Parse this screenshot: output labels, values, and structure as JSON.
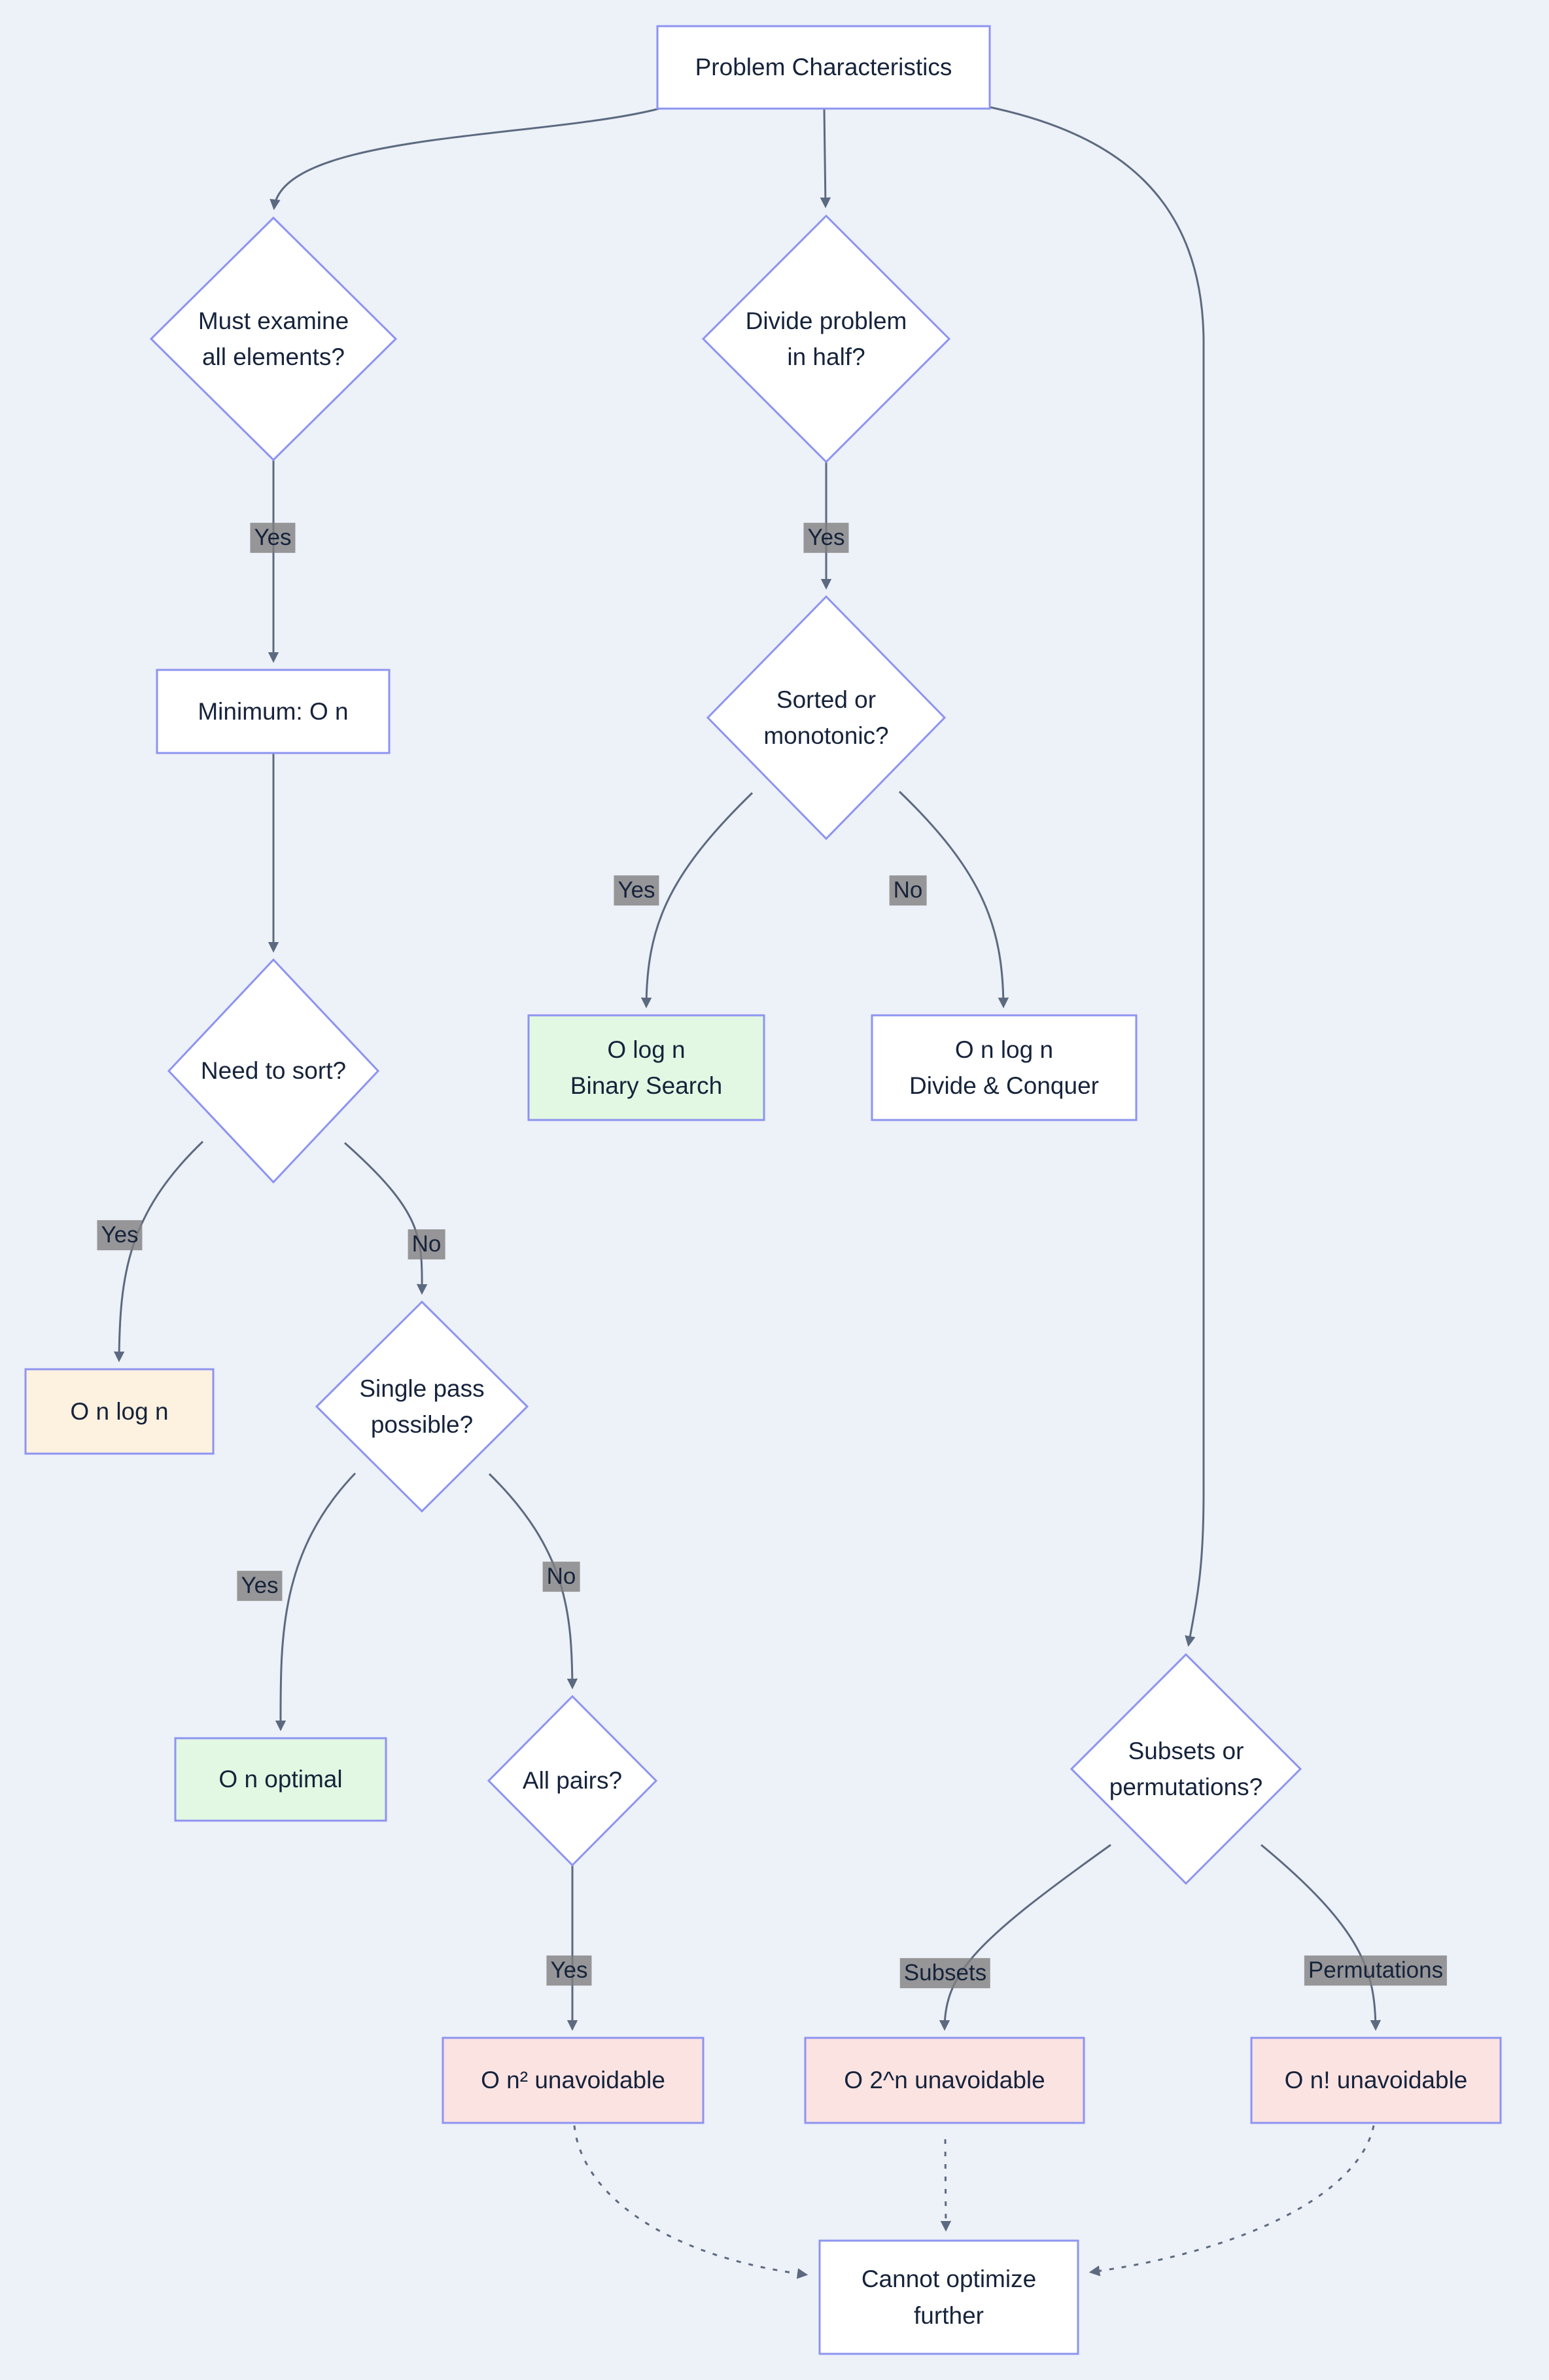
{
  "colors": {
    "page-bg": "#edf1f8",
    "node-border": "#8d94f0",
    "node-fill": "#ffffff",
    "green-fill": "#e2f8e2",
    "cream-fill": "#fdf1e0",
    "pink-fill": "#fbe3e2",
    "edge": "#5c6a80",
    "text": "#16233b",
    "label-bg": "#808080"
  },
  "nodes": {
    "problem": {
      "label": "Problem Characteristics"
    },
    "examine": {
      "label": "Must examine\nall elements?"
    },
    "divide": {
      "label": "Divide problem\nin half?"
    },
    "minimum": {
      "label": "Minimum: O n"
    },
    "sorted": {
      "label": "Sorted or\nmonotonic?"
    },
    "binary": {
      "label": "O log n\nBinary Search"
    },
    "divconq": {
      "label": "O n log n\nDivide & Conquer"
    },
    "needsort": {
      "label": "Need to sort?"
    },
    "onlogn": {
      "label": "O n log n"
    },
    "singlepass": {
      "label": "Single pass\npossible?"
    },
    "onoptimal": {
      "label": "O n optimal"
    },
    "allpairs": {
      "label": "All pairs?"
    },
    "subsets": {
      "label": "Subsets or\npermutations?"
    },
    "on2": {
      "label": "O n² unavoidable"
    },
    "o2n": {
      "label": "O 2^n unavoidable"
    },
    "onfact": {
      "label": "O n! unavoidable"
    },
    "cannot": {
      "label": "Cannot optimize\nfurther"
    }
  },
  "edge_labels": {
    "examine_yes": "Yes",
    "divide_yes": "Yes",
    "sorted_yes": "Yes",
    "sorted_no": "No",
    "needsort_yes": "Yes",
    "needsort_no": "No",
    "singlepass_yes": "Yes",
    "singlepass_no": "No",
    "allpairs_yes": "Yes",
    "subsets_subsets": "Subsets",
    "subsets_permutations": "Permutations"
  }
}
